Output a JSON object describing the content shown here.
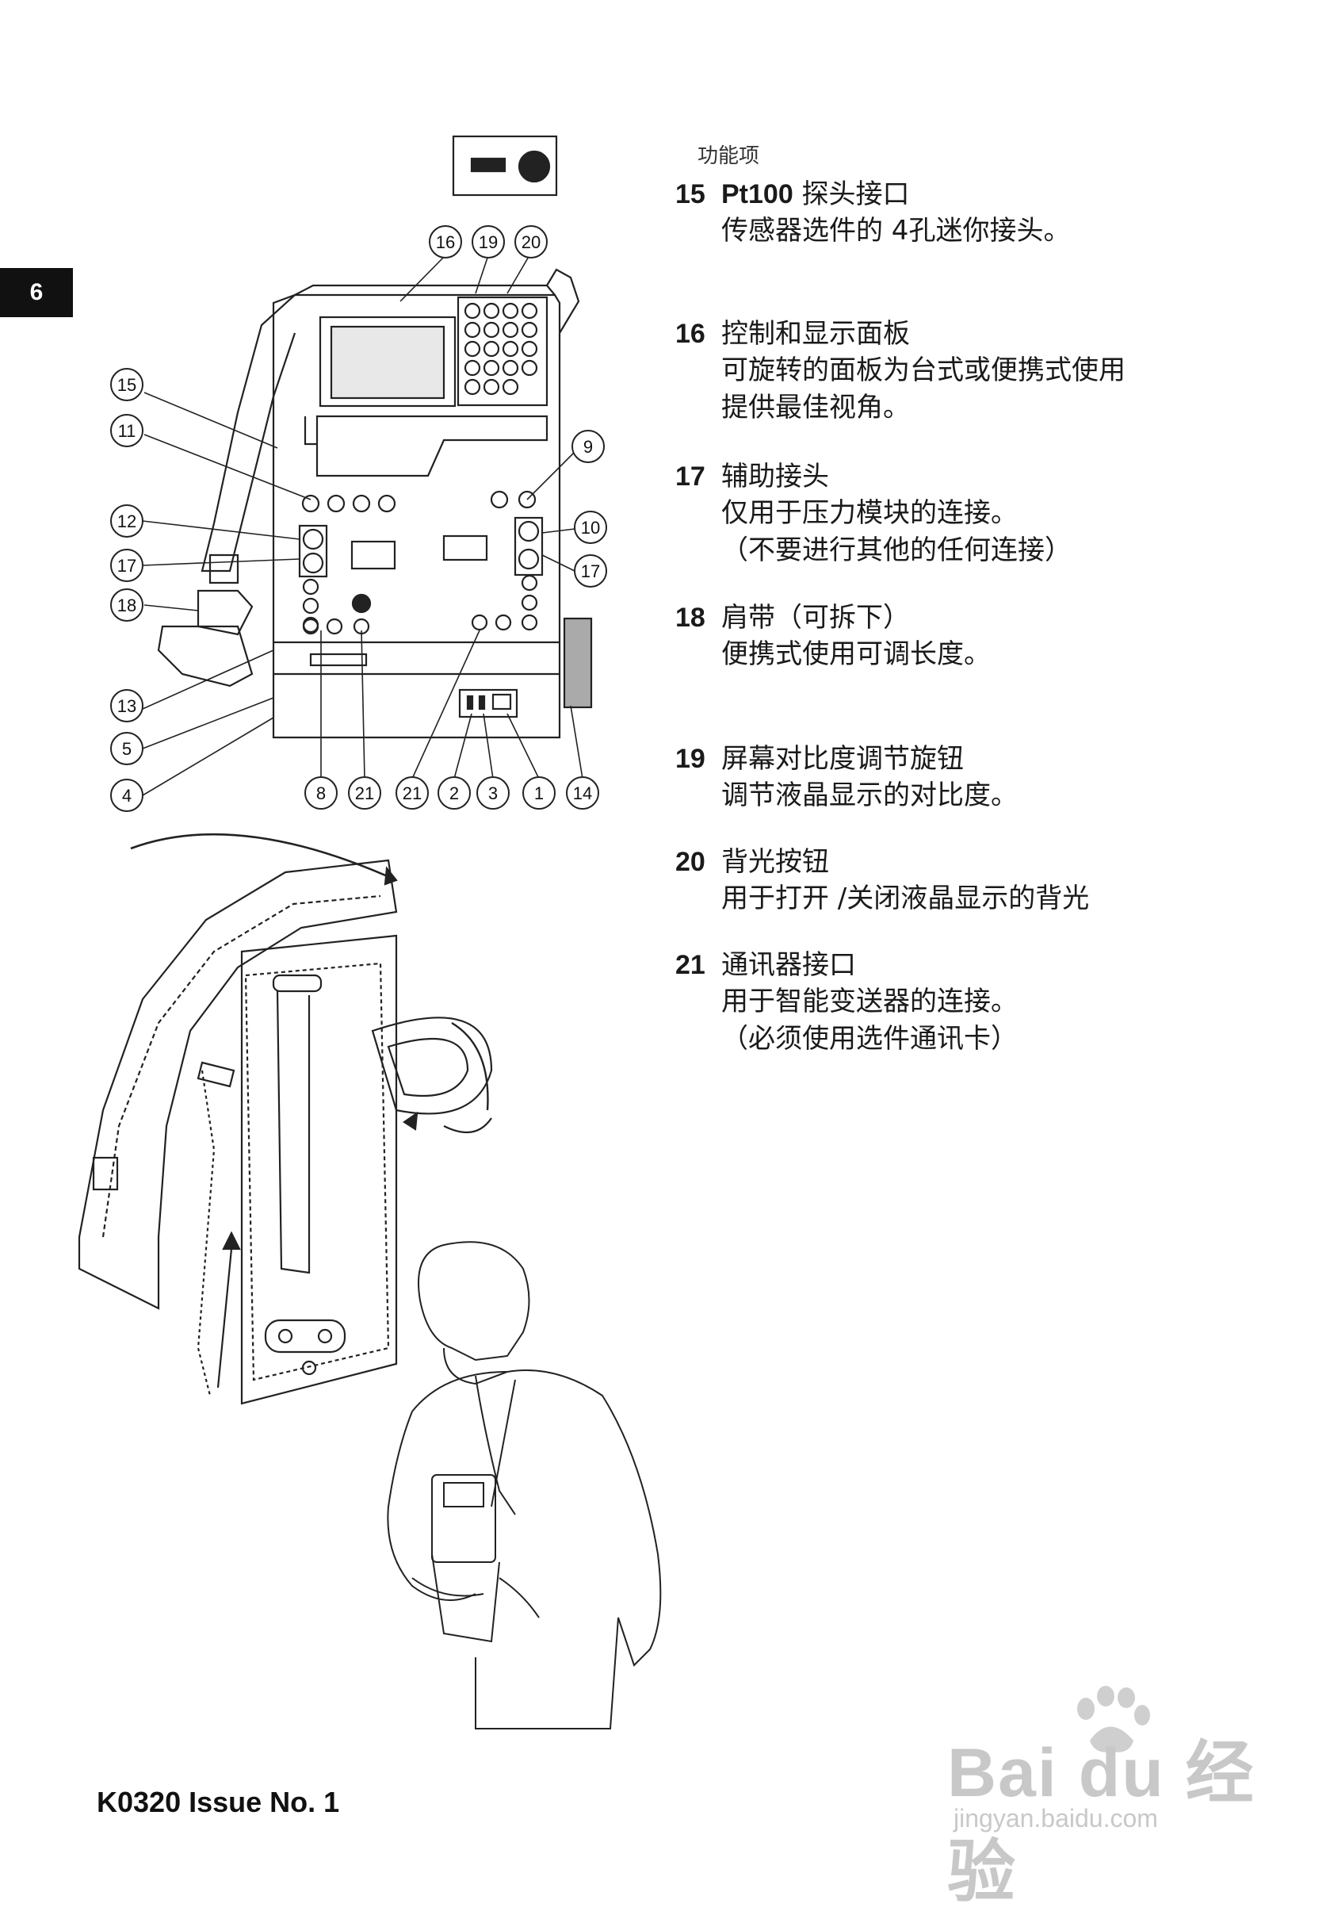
{
  "page_tab": "6",
  "section_heading": "功能项",
  "items": [
    {
      "num": "15",
      "bold": "Pt100",
      "title": "探头接口",
      "lines": [
        "传感器选件的 4孔迷你接头。"
      ]
    },
    {
      "num": "16",
      "bold": "",
      "title": "控制和显示面板",
      "lines": [
        "可旋转的面板为台式或便携式使用",
        "提供最佳视角。"
      ]
    },
    {
      "num": "17",
      "bold": "",
      "title": "辅助接头",
      "lines": [
        "仅用于压力模块的连接。",
        "（不要进行其他的任何连接）"
      ]
    },
    {
      "num": "18",
      "bold": "",
      "title": "肩带（可拆下）",
      "lines": [
        "便携式使用可调长度。"
      ]
    },
    {
      "num": "19",
      "bold": "",
      "title": "屏幕对比度调节旋钮",
      "lines": [
        "调节液晶显示的对比度。"
      ]
    },
    {
      "num": "20",
      "bold": "",
      "title": "背光按钮",
      "lines": [
        "用于打开 /关闭液晶显示的背光"
      ]
    },
    {
      "num": "21",
      "bold": "",
      "title": "通讯器接口",
      "lines": [
        "用于智能变送器的连接。",
        "（必须使用选件通讯卡）"
      ]
    }
  ],
  "callouts": [
    "16",
    "19",
    "20",
    "15",
    "11",
    "9",
    "12",
    "10",
    "17",
    "17",
    "18",
    "13",
    "5",
    "4",
    "8",
    "21",
    "21",
    "2",
    "3",
    "1",
    "14"
  ],
  "footer": "K0320 Issue No. 1",
  "watermark": {
    "main": "Bai du 经验",
    "url": "jingyan.baidu.com"
  }
}
